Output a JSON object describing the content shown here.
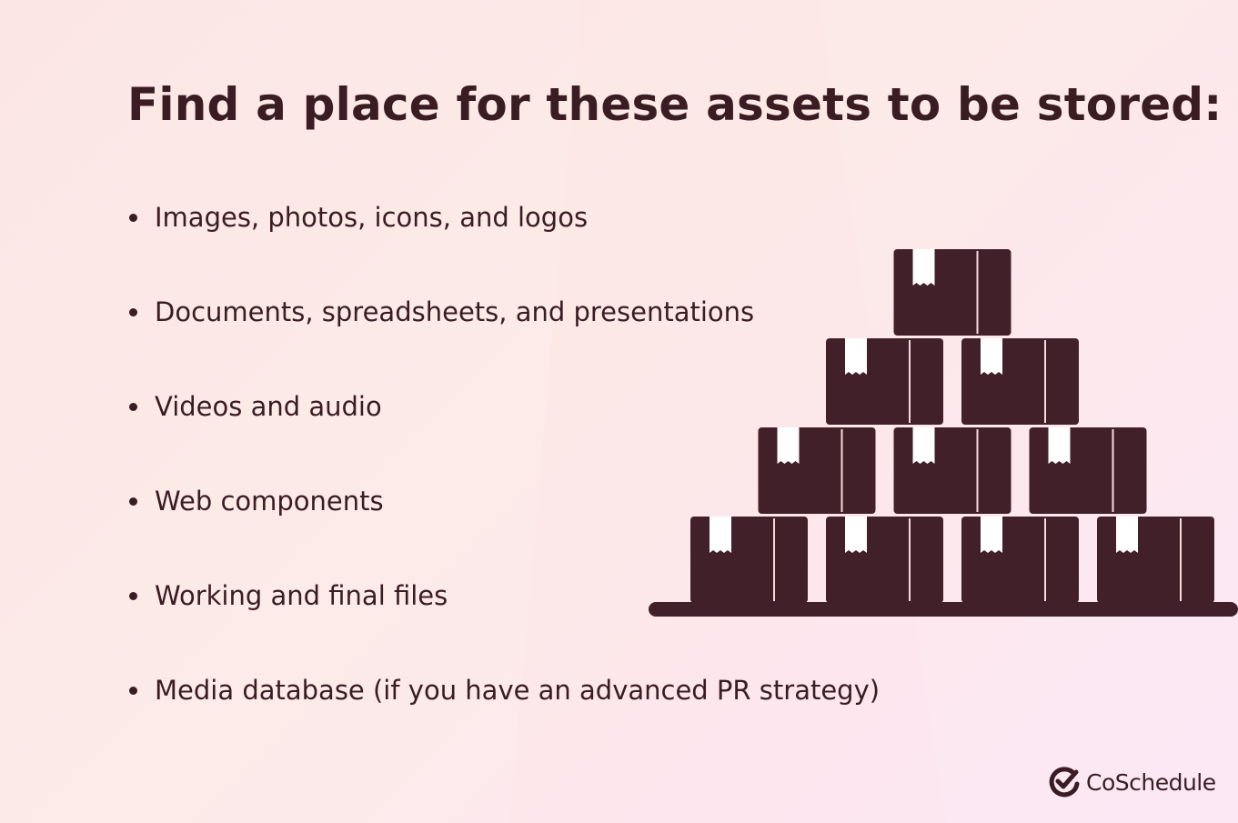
{
  "title": "Find a place for these assets to be stored:",
  "assets": [
    "Images, photos, icons, and logos",
    "Documents, spreadsheets, and presentations",
    "Videos and audio",
    "Web components",
    "Working and final files",
    "Media database (if you have an advanced PR strategy)"
  ],
  "brand": {
    "name": "CoSchedule",
    "icon": "check-circle-icon"
  },
  "illustration": {
    "icon": "box-stack-icon",
    "rows": [
      1,
      2,
      3,
      4
    ]
  },
  "colors": {
    "text": "#3a1c23",
    "box": "#42202a",
    "tag": "#ffffff"
  }
}
